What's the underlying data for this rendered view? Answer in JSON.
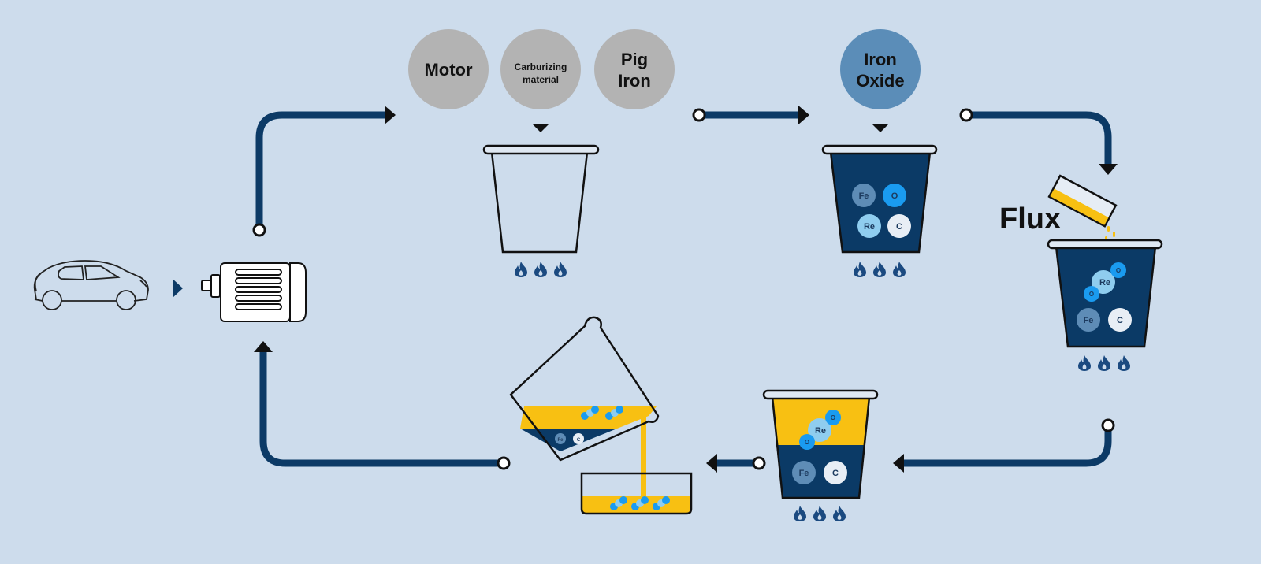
{
  "diagram": {
    "title": "Rare earth recycling process from motor scrap",
    "colors": {
      "background": "#cddcec",
      "flow_arrow": "#0c3a66",
      "molten_steel": "#0b3a66",
      "slag": "#f8c012",
      "ingredient_circle": "#b3b3b3",
      "iron_oxide_circle": "#5b8db8",
      "fe_atom": "#5e8cb6",
      "o_atom": "#1a9bf0",
      "re_atom": "#8fcdef",
      "c_atom": "#e8eef5",
      "flame": "#1b4a80"
    },
    "inputs": {
      "motor": "Motor",
      "carburizing_line1": "Carburizing",
      "carburizing_line2": "material",
      "pig_line1": "Pig",
      "pig_line2": "Iron",
      "iron_oxide_line1": "Iron",
      "iron_oxide_line2": "Oxide",
      "flux": "Flux"
    },
    "atoms": {
      "fe": "Fe",
      "o": "O",
      "re": "Re",
      "c": "C"
    },
    "steps": [
      {
        "name": "source",
        "description": "Car motor extracted"
      },
      {
        "name": "melt",
        "description": "Motor, carburizing material and pig iron melted in furnace"
      },
      {
        "name": "oxidize",
        "description": "Iron oxide added; Fe, O, Re, C in melt"
      },
      {
        "name": "flux",
        "description": "Flux added; Re bonds with O"
      },
      {
        "name": "separate",
        "description": "Slag layer with Re oxides separates above Fe/C"
      },
      {
        "name": "pour",
        "description": "Slag poured off into tray"
      },
      {
        "name": "return",
        "description": "Recovered material returns to motor"
      }
    ]
  }
}
